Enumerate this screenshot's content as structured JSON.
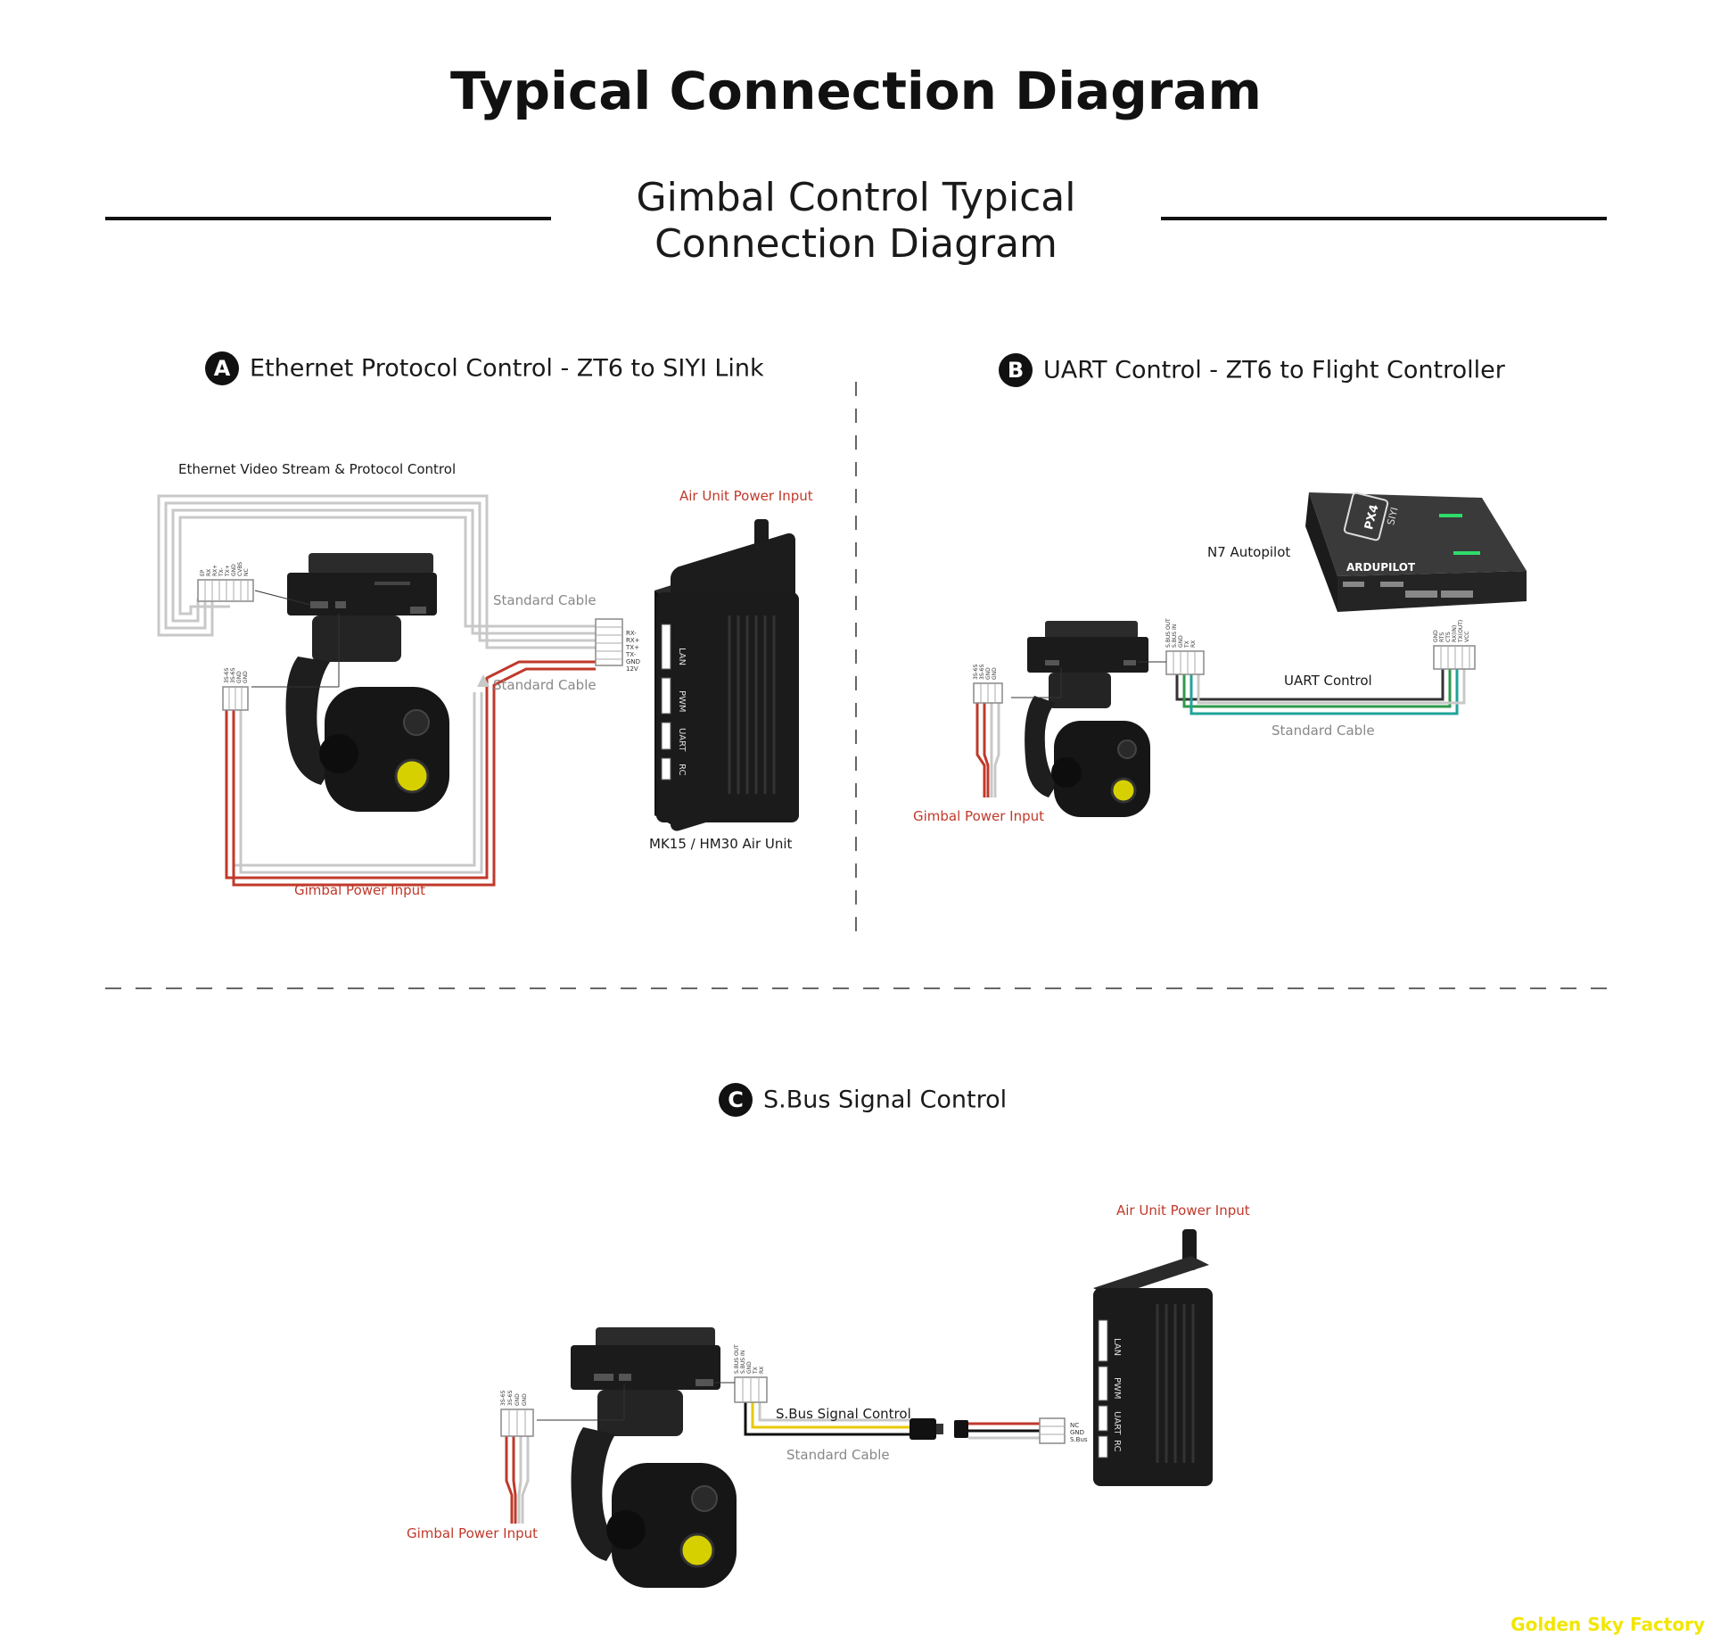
{
  "title": "Typical Connection Diagram",
  "subtitle_line1": "Gimbal Control Typical",
  "subtitle_line2": "Connection Diagram",
  "sections": {
    "a": {
      "badge": "A",
      "title": "Ethernet Protocol Control - ZT6 to SIYI Link",
      "ethernet_label": "Ethernet Video Stream & Protocol Control",
      "air_power_label": "Air Unit Power Input",
      "standard_cable_1": "Standard Cable",
      "standard_cable_2": "Standard Cable",
      "gimbal_power_label": "Gimbal Power Input",
      "air_unit_name": "MK15 / HM30 Air Unit",
      "ports": [
        "LAN",
        "PWM",
        "UART",
        "RC"
      ],
      "eth_pins": [
        "RX-",
        "RX+",
        "TX+",
        "TX-",
        "GND",
        "12V"
      ],
      "gimbal_eth_pins": [
        "EP",
        "RX",
        "RX+",
        "TX-",
        "TX+",
        "GND",
        "CVBS",
        "NC"
      ],
      "power_pins": [
        "3S-6S",
        "3S-6S",
        "GND",
        "GND"
      ]
    },
    "b": {
      "badge": "B",
      "title": "UART Control - ZT6 to Flight Controller",
      "autopilot_label": "N7 Autopilot",
      "uart_label": "UART Control",
      "standard_cable": "Standard Cable",
      "gimbal_power_label": "Gimbal Power Input",
      "gimbal_uart_pins": [
        "S.BUS OUT",
        "S.BUS IN",
        "GND",
        "TX",
        "RX"
      ],
      "fc_pins": [
        "GND",
        "RTS",
        "CTS",
        "RX(IN)",
        "TX(OUT)",
        "VCC"
      ],
      "autopilot_brand": "ARDUPILOT",
      "autopilot_maker": "SIYI",
      "autopilot_px4": "PX4"
    },
    "c": {
      "badge": "C",
      "title": "S.Bus Signal Control",
      "air_power_label": "Air Unit Power Input",
      "sbus_label": "S.Bus Signal Control",
      "standard_cable": "Standard Cable",
      "gimbal_power_label": "Gimbal Power Input",
      "air_pins": [
        "NC",
        "GND",
        "S.Bus"
      ],
      "ports": [
        "LAN",
        "PWM",
        "UART",
        "RC"
      ]
    }
  },
  "watermark": "Golden Sky Factory",
  "colors": {
    "power_red": "#c0392b",
    "cable_gray": "#c8c8c8",
    "signal_yellow": "#e8c800",
    "signal_teal": "#1fa39a",
    "signal_green": "#2f9a4a",
    "device_black": "#1b1b1b",
    "lens_yellow": "#d6d000"
  }
}
